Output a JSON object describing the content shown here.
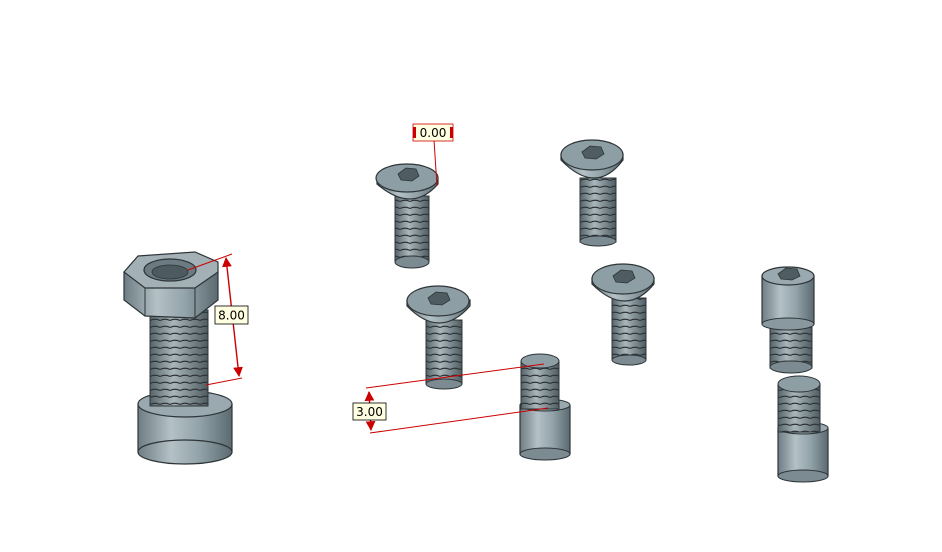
{
  "dimensions": {
    "dim_top": "0.00",
    "dim_left": "8.00",
    "dim_middle": "3.00"
  },
  "colors": {
    "metal_fill": "#8c9ca3",
    "metal_dark": "#5d6c73",
    "metal_light": "#b9c6cb",
    "outline": "#2d3538",
    "dimension": "#cc0000",
    "label_bg": "#ffffe1"
  }
}
